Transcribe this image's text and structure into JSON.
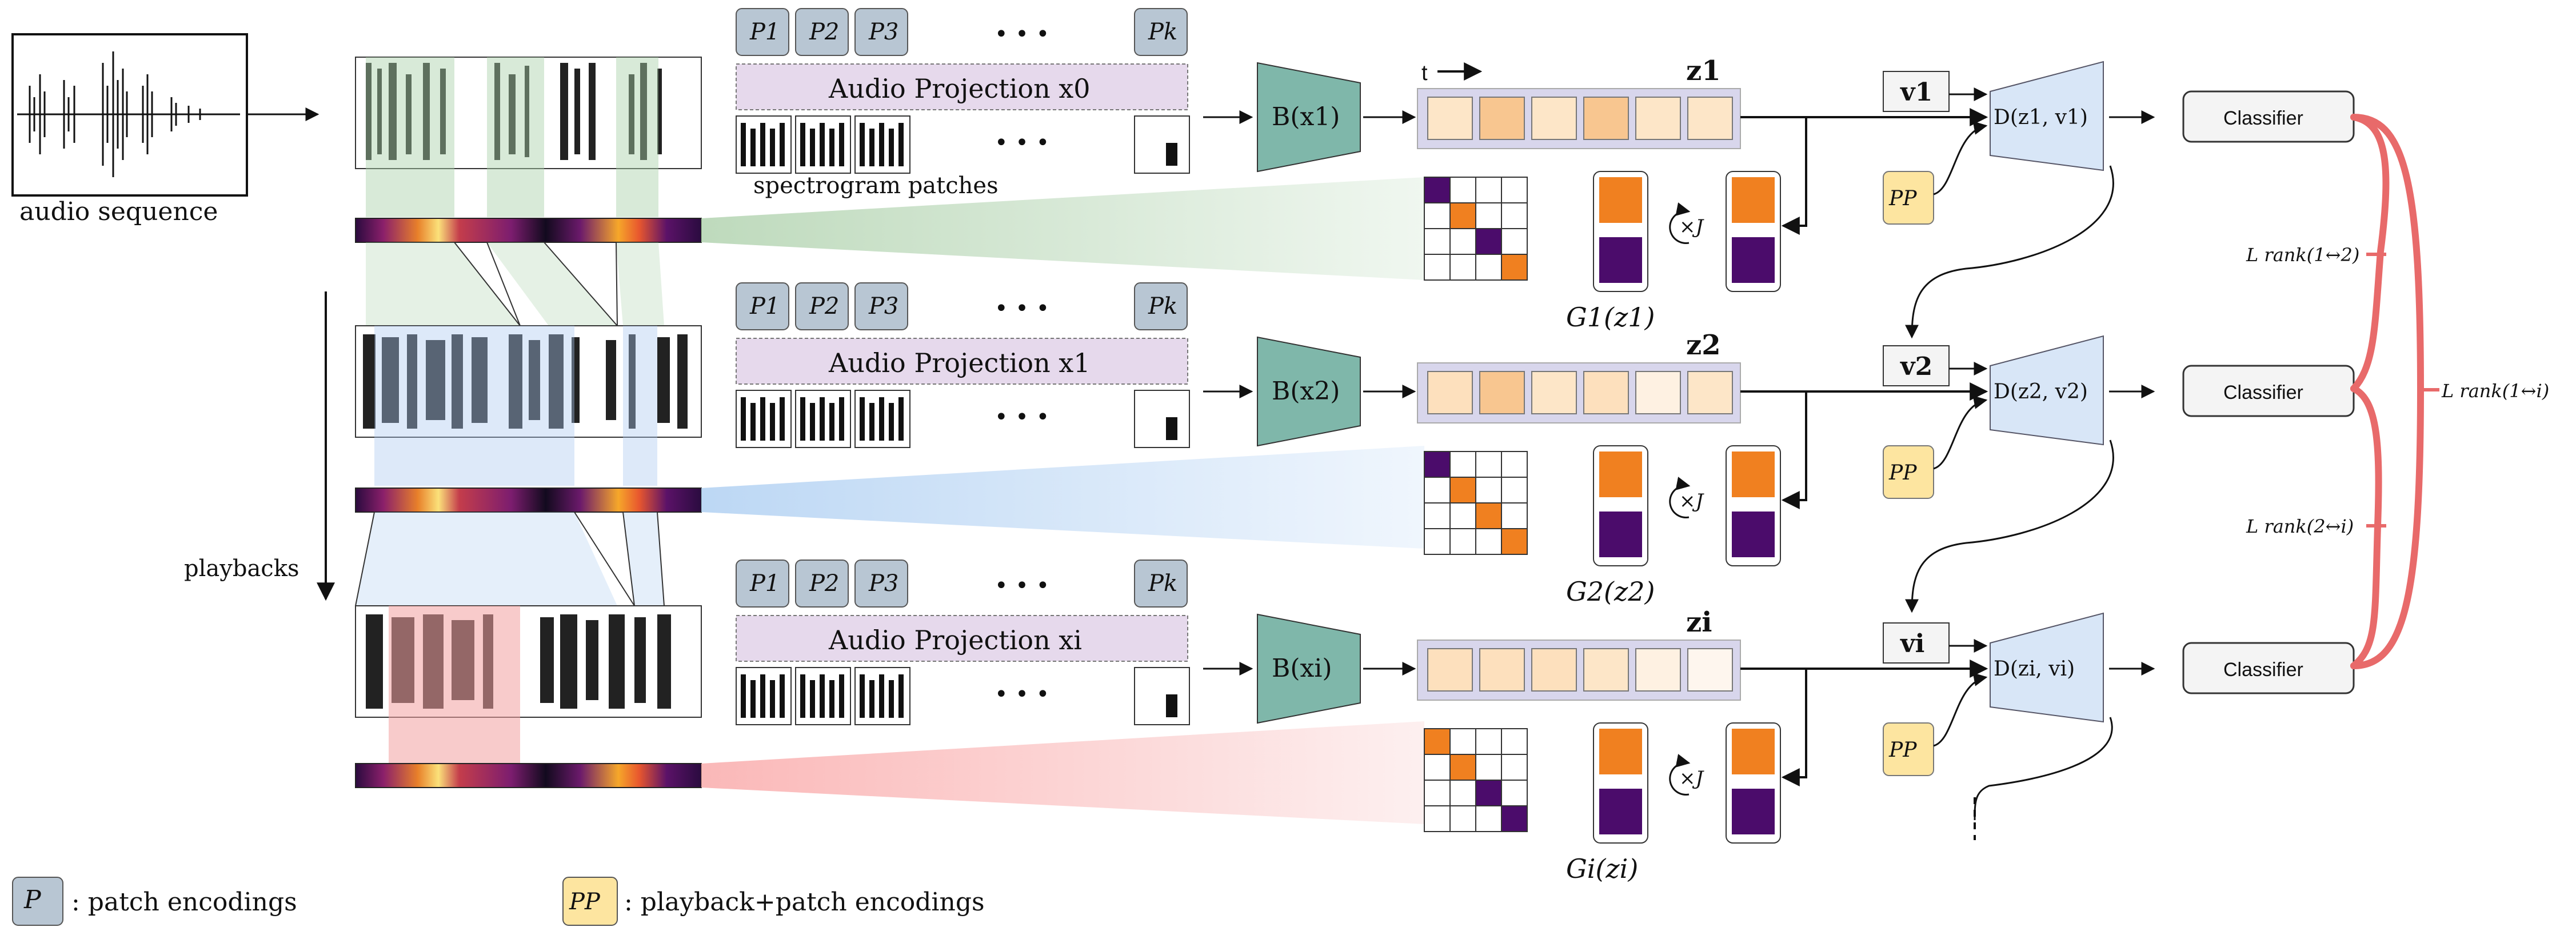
{
  "labels": {
    "audio_sequence": "audio sequence",
    "spectrogram_patches": "spectrogram patches",
    "playbacks": "playbacks",
    "time_axis": "t",
    "ellipsis": "• • •",
    "classifier": "Classifier",
    "repeat_J": "×J"
  },
  "patch_tokens": [
    "P1",
    "P2",
    "P3",
    "Pk"
  ],
  "rows": [
    {
      "projection": "Audio Projection x0",
      "encoder": "B(x1)",
      "z": "z1",
      "v": "v1",
      "pp": "PP",
      "decoder": "D(z1, v1)",
      "gram": "G1(z1)",
      "classifier": "Classifier"
    },
    {
      "projection": "Audio Projection x1",
      "encoder": "B(x2)",
      "z": "z2",
      "v": "v2",
      "pp": "PP",
      "decoder": "D(z2, v2)",
      "gram": "G2(z2)",
      "classifier": "Classifier"
    },
    {
      "projection": "Audio Projection xi",
      "encoder": "B(xi)",
      "z": "zi",
      "v": "vi",
      "pp": "PP",
      "decoder": "D(zi, vi)",
      "gram": "Gi(zi)",
      "classifier": "Classifier"
    }
  ],
  "losses": {
    "rank_1_2": "L rank(1↔2)",
    "rank_2_i": "L rank(2↔i)",
    "rank_1_i": "L rank(1↔i)"
  },
  "legend": {
    "p_symbol": "P",
    "p_text": ": patch encodings",
    "pp_symbol": "PP",
    "pp_text": ": playback+patch encodings"
  },
  "colors": {
    "patch_fill": "#b8c6d3",
    "projection_fill": "#e6d9ec",
    "encoder_fill": "#7fb7aa",
    "decoder_fill": "#d8e6f7",
    "pp_fill": "#fde5a0",
    "orange": "#f08020",
    "purple": "#4b0c6b",
    "loss_red": "#e86a6a",
    "green_band": "#a8d0a8",
    "blue_band": "#a9c9ef",
    "red_band": "#f2a0a0"
  }
}
